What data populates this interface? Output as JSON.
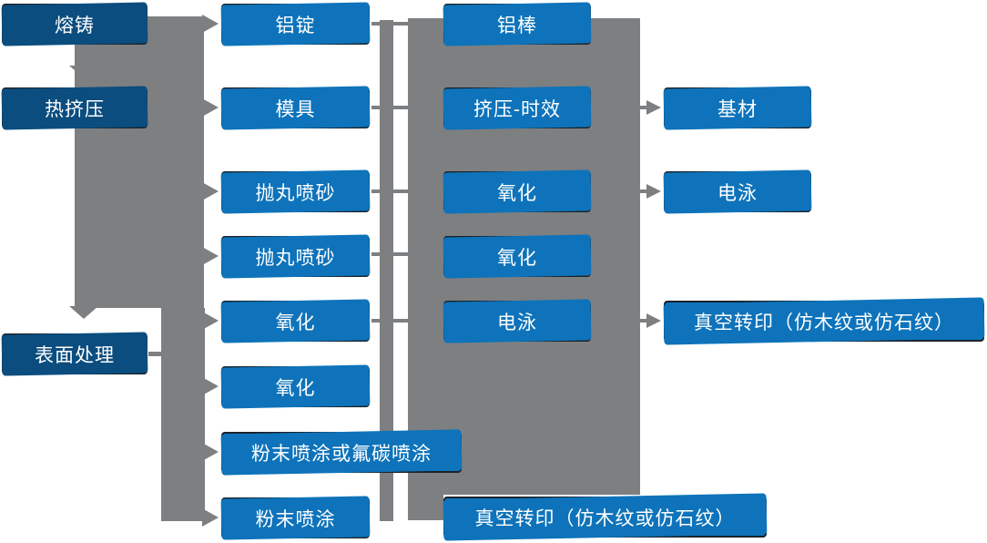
{
  "diagram": {
    "type": "process-flowchart",
    "language": "zh-CN",
    "colors": {
      "stage_box_fill": "#0b4d7f",
      "process_box_fill": "#0e73ba",
      "box_border": "#1b2229",
      "connector_gray": "#7d7f81",
      "text": "#ffffff",
      "background": "#ffffff"
    },
    "nodes": [
      {
        "id": "melt-casting",
        "label": "熔铸",
        "kind": "stage"
      },
      {
        "id": "hot-extrusion",
        "label": "热挤压",
        "kind": "stage"
      },
      {
        "id": "surface-treatment",
        "label": "表面处理",
        "kind": "stage"
      },
      {
        "id": "aluminum-ingot",
        "label": "铝锭",
        "kind": "process"
      },
      {
        "id": "mold",
        "label": "模具",
        "kind": "process"
      },
      {
        "id": "shot-blasting-1",
        "label": "抛丸喷砂",
        "kind": "process"
      },
      {
        "id": "shot-blasting-2",
        "label": "抛丸喷砂",
        "kind": "process"
      },
      {
        "id": "oxidation-1",
        "label": "氧化",
        "kind": "process"
      },
      {
        "id": "oxidation-2",
        "label": "氧化",
        "kind": "process"
      },
      {
        "id": "powder-or-fluorocarbon-coating",
        "label": "粉末喷涂或氟碳喷涂",
        "kind": "process"
      },
      {
        "id": "powder-coating",
        "label": "粉末喷涂",
        "kind": "process"
      },
      {
        "id": "aluminum-rod",
        "label": "铝棒",
        "kind": "process"
      },
      {
        "id": "extrusion-aging",
        "label": "挤压-时效",
        "kind": "process"
      },
      {
        "id": "oxidation-3",
        "label": "氧化",
        "kind": "process"
      },
      {
        "id": "oxidation-4",
        "label": "氧化",
        "kind": "process"
      },
      {
        "id": "electrophoresis-1",
        "label": "电泳",
        "kind": "process"
      },
      {
        "id": "vacuum-transfer-1",
        "label": "真空转印（仿木纹或仿石纹）",
        "kind": "process"
      },
      {
        "id": "base-material",
        "label": "基材",
        "kind": "process"
      },
      {
        "id": "electrophoresis-2",
        "label": "电泳",
        "kind": "process"
      },
      {
        "id": "vacuum-transfer-2",
        "label": "真空转印（仿木纹或仿石纹）",
        "kind": "process"
      }
    ],
    "edges": [
      {
        "from": "melt-casting",
        "to": "aluminum-ingot"
      },
      {
        "from": "melt-casting",
        "to": "hot-extrusion"
      },
      {
        "from": "hot-extrusion",
        "to": "mold"
      },
      {
        "from": "hot-extrusion",
        "to": "shot-blasting-1"
      },
      {
        "from": "hot-extrusion",
        "to": "shot-blasting-2"
      },
      {
        "from": "hot-extrusion",
        "to": "oxidation-1"
      },
      {
        "from": "hot-extrusion",
        "to": "surface-treatment"
      },
      {
        "from": "surface-treatment",
        "to": "oxidation-2"
      },
      {
        "from": "surface-treatment",
        "to": "powder-or-fluorocarbon-coating"
      },
      {
        "from": "surface-treatment",
        "to": "powder-coating"
      },
      {
        "from": "aluminum-ingot",
        "to": "aluminum-rod"
      },
      {
        "from": "mold",
        "to": "extrusion-aging"
      },
      {
        "from": "shot-blasting-1",
        "to": "oxidation-3"
      },
      {
        "from": "shot-blasting-2",
        "to": "oxidation-4"
      },
      {
        "from": "oxidation-1",
        "to": "electrophoresis-1"
      },
      {
        "from": "powder-coating",
        "to": "vacuum-transfer-1"
      },
      {
        "from": "extrusion-aging",
        "to": "base-material"
      },
      {
        "from": "oxidation-3",
        "to": "electrophoresis-2"
      },
      {
        "from": "electrophoresis-1",
        "to": "vacuum-transfer-2"
      }
    ]
  }
}
